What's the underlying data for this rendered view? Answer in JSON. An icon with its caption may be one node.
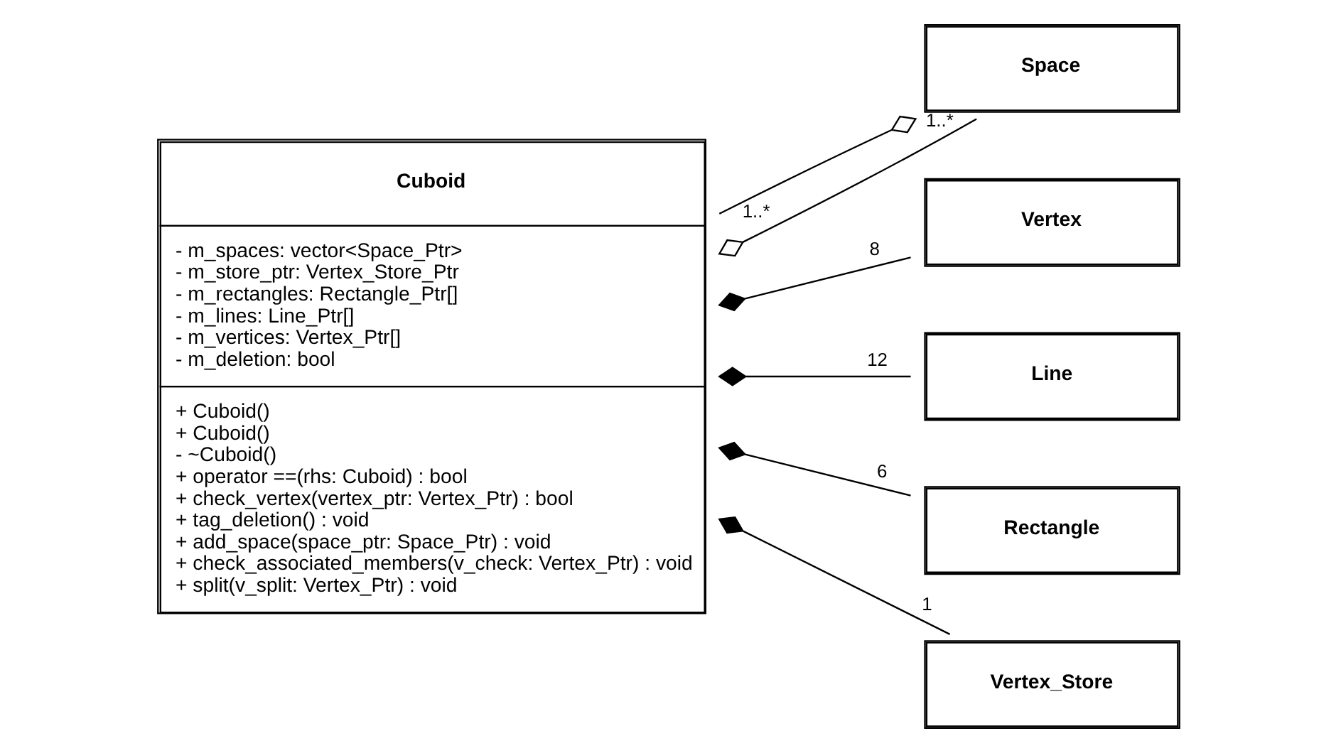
{
  "diagram": {
    "nodes": [
      {
        "text": [
          "Cuboid",
          "- m_spaces: vector<Space_Ptr>",
          "- m_store_ptr: Vertex_Store_Ptr",
          "- m_rectangles: Rectangle_Ptr[]",
          "- m_lines: Line_Ptr[]",
          "- m_vertices: Vertex_Ptr[]",
          "- m_deletion: bool",
          "+ Cuboid()",
          "+ Cuboid()",
          "- ~Cuboid()",
          "+ operator ==(rhs: Cuboid) : bool",
          "+ check_vertex(vertex_ptr: Vertex_Ptr) : bool",
          "+ tag_deletion() : void",
          "+ add_space(space_ptr: Space_Ptr) : void",
          "+ check_associated_members(v_check: Vertex_Ptr) : void",
          "+ split(v_split: Vertex_Ptr) : void"
        ]
      },
      {
        "text": [
          "Space"
        ]
      },
      {
        "text": [
          "Vertex"
        ]
      },
      {
        "text": [
          "Line"
        ]
      },
      {
        "text": [
          "Rectangle"
        ]
      },
      {
        "text": [
          "Vertex_Store"
        ]
      }
    ],
    "edges": [
      {
        "from": 0,
        "to": 1,
        "arrow": "other",
        "label": "1..*"
      },
      {
        "from": 1,
        "to": 0,
        "arrow": "other",
        "label": "1..*"
      },
      {
        "from": 0,
        "to": 2,
        "arrow": "other",
        "label": "8"
      },
      {
        "from": 0,
        "to": 3,
        "arrow": "other",
        "label": "12"
      },
      {
        "from": 0,
        "to": 4,
        "arrow": "other",
        "label": "6"
      },
      {
        "from": 0,
        "to": 5,
        "arrow": "other",
        "label": "1"
      }
    ]
  }
}
